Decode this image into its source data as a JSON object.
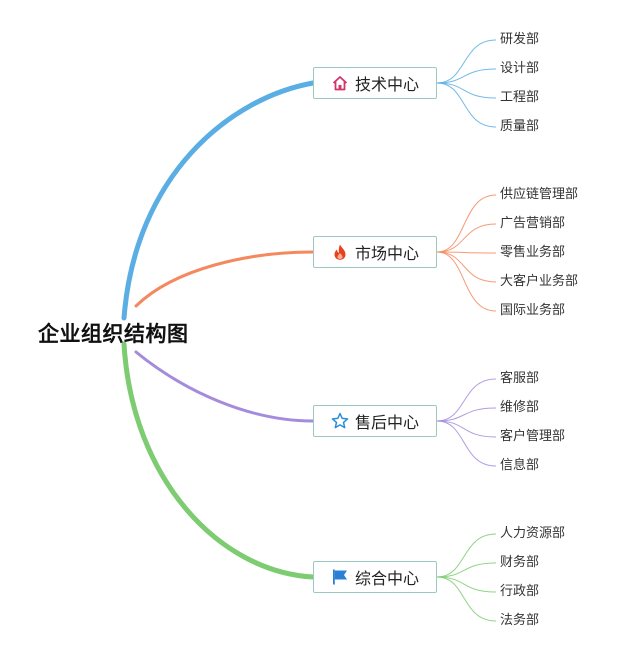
{
  "root": {
    "title": "企业组织结构图"
  },
  "centers": [
    {
      "label": "技术中心",
      "icon": "house-icon",
      "color": "#5aaee4",
      "icon_color": "#d6336c",
      "departments": [
        "研发部",
        "设计部",
        "工程部",
        "质量部"
      ]
    },
    {
      "label": "市场中心",
      "icon": "fire-icon",
      "color": "#f4895f",
      "icon_color": "#e8421c",
      "departments": [
        "供应链管理部",
        "广告营销部",
        "零售业务部",
        "大客户业务部",
        "国际业务部"
      ]
    },
    {
      "label": "售后中心",
      "icon": "star-icon",
      "color": "#a48bdc",
      "icon_color": "#2c8fd6",
      "departments": [
        "客服部",
        "维修部",
        "客户管理部",
        "信息部"
      ]
    },
    {
      "label": "综合中心",
      "icon": "flag-icon",
      "color": "#7dcc72",
      "icon_color": "#2c7fd6",
      "departments": [
        "人力资源部",
        "财务部",
        "行政部",
        "法务部"
      ]
    }
  ]
}
